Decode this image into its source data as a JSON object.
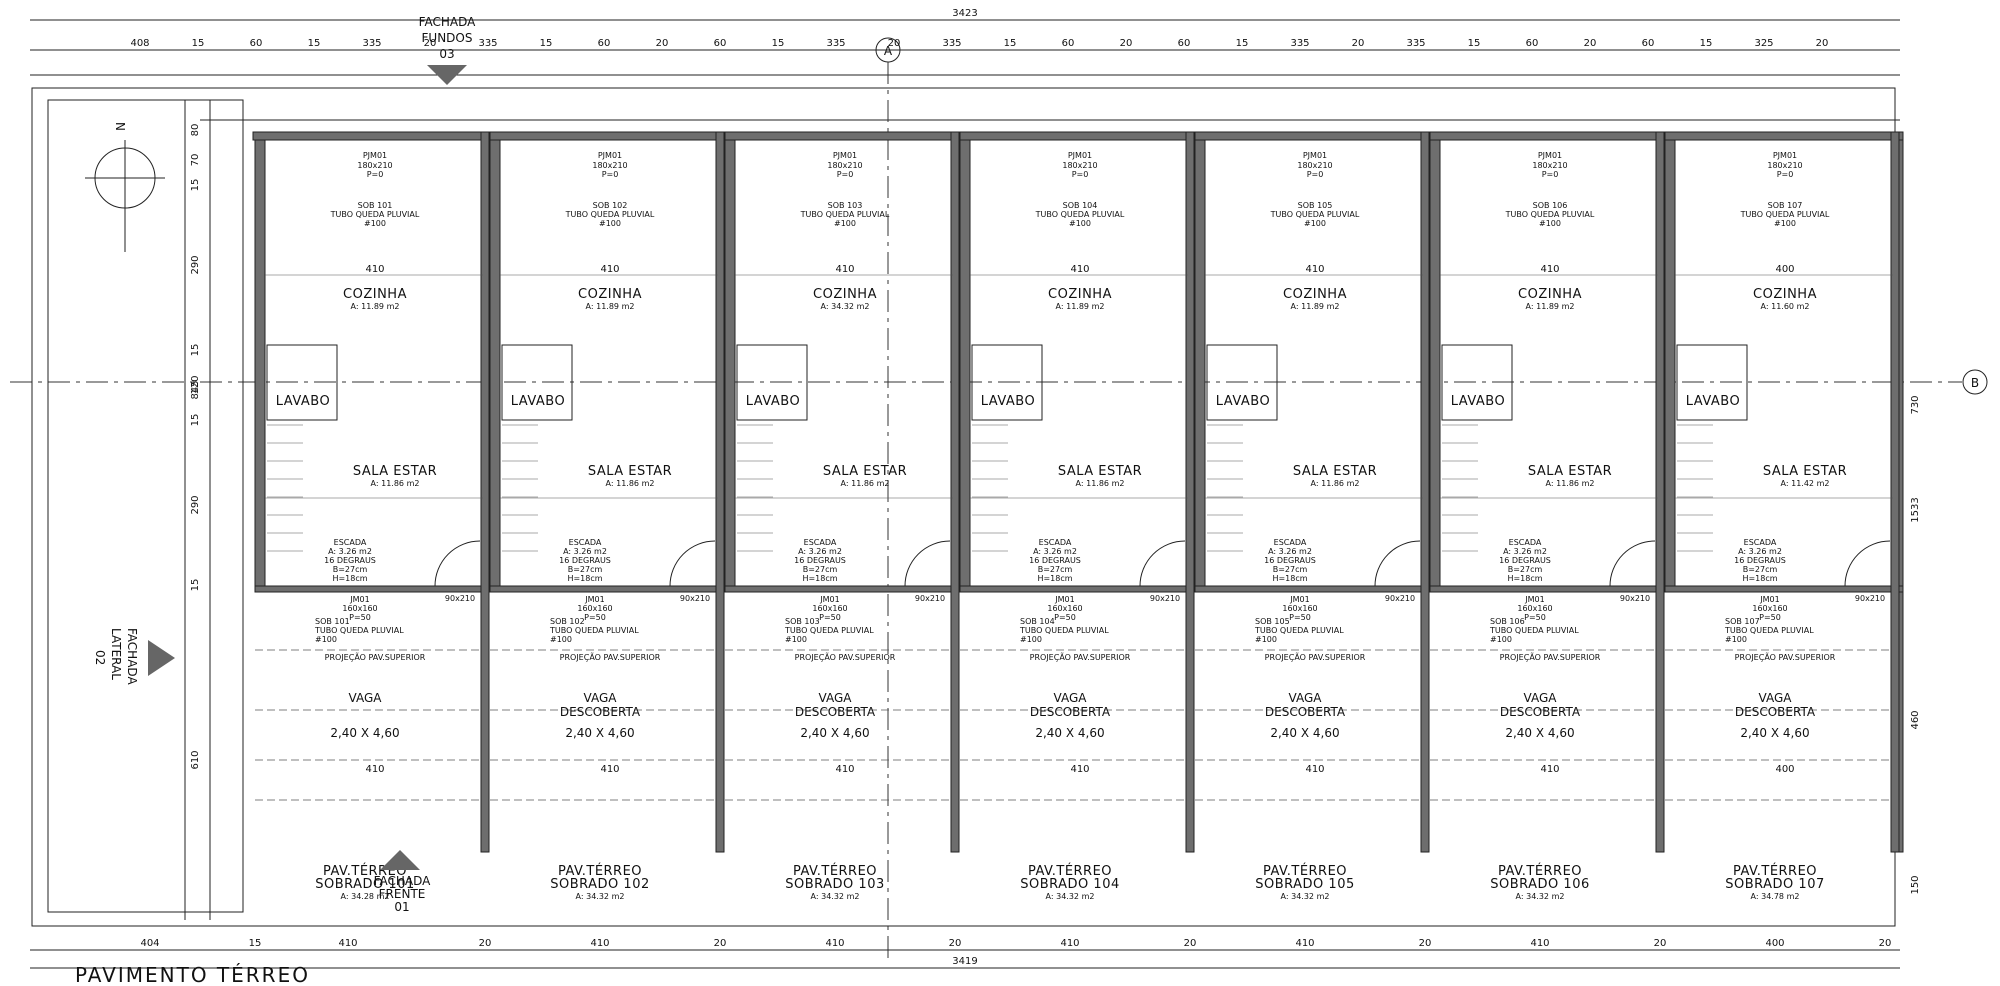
{
  "drawing": {
    "title": "PAVIMENTO TÉRREO",
    "total_top": "3423",
    "total_bottom": "3419",
    "axis_a": "A",
    "axis_b": "B",
    "north": "N"
  },
  "facades": {
    "fundos": [
      "FACHADA",
      "FUNDOS",
      "03"
    ],
    "frente": [
      "FACHADA",
      "FRENTE",
      "01"
    ],
    "lateral": [
      "FACHADA",
      "LATERAL",
      "02"
    ]
  },
  "units": [
    {
      "name": "SOBRADO 101",
      "area": "A: 34.28 m2",
      "cozinha_area": "A: 11.89 m2",
      "sala_area": "A: 11.86 m2",
      "sob": "SOB 101",
      "width": "410",
      "vaga": "VAGA"
    },
    {
      "name": "SOBRADO 102",
      "area": "A: 34.32 m2",
      "cozinha_area": "A: 11.89 m2",
      "sala_area": "A: 11.86 m2",
      "sob": "SOB 102",
      "width": "410",
      "vaga": "VAGA DESCOBERTA"
    },
    {
      "name": "SOBRADO 103",
      "area": "A: 34.32 m2",
      "cozinha_area": "A: 34.32 m2",
      "sala_area": "A: 11.86 m2",
      "sob": "SOB 103",
      "width": "410",
      "vaga": "VAGA DESCOBERTA"
    },
    {
      "name": "SOBRADO 104",
      "area": "A: 34.32 m2",
      "cozinha_area": "A: 11.89 m2",
      "sala_area": "A: 11.86 m2",
      "sob": "SOB 104",
      "width": "410",
      "vaga": "VAGA DESCOBERTA"
    },
    {
      "name": "SOBRADO 105",
      "area": "A: 34.32 m2",
      "cozinha_area": "A: 11.89 m2",
      "sala_area": "A: 11.86 m2",
      "sob": "SOB 105",
      "width": "410",
      "vaga": "VAGA DESCOBERTA"
    },
    {
      "name": "SOBRADO 106",
      "area": "A: 34.32 m2",
      "cozinha_area": "A: 11.89 m2",
      "sala_area": "A: 11.86 m2",
      "sob": "SOB 106",
      "width": "410",
      "vaga": "VAGA DESCOBERTA"
    },
    {
      "name": "SOBRADO 107",
      "area": "A: 34.78 m2",
      "cozinha_area": "A: 11.60 m2",
      "sala_area": "A: 11.42 m2",
      "sob": "SOB 107",
      "width": "400",
      "vaga": "VAGA DESCOBERTA"
    }
  ],
  "labels": {
    "pav": "PAV.TÉRREO",
    "cozinha": "COZINHA",
    "lavabo": "LAVABO",
    "sala": "SALA ESTAR",
    "escada": "ESCADA",
    "escada_area": "A: 3.26 m2",
    "escada_degraus": "16 DEGRAUS",
    "escada_b": "B=27cm",
    "escada_h": "H=18cm",
    "vaga_dims": "2,40 X 4,60",
    "tubo": "TUBO QUEDA PLUVIAL",
    "tubo_d": "#100",
    "projecao": "PROJEÇÃO PAV.SUPERIOR",
    "pjm": "PJM01",
    "pjm_dims": "180x210",
    "pjm_p": "P=0",
    "jm": "JM01",
    "jm_dims": "160x160",
    "jm_p": "P=50",
    "door": "90x210"
  },
  "top_dims": [
    "408",
    "15",
    "60",
    "15",
    "335",
    "20",
    "335",
    "15",
    "60",
    "20",
    "60",
    "15",
    "335",
    "20",
    "335",
    "15",
    "60",
    "20",
    "60",
    "15",
    "335",
    "20",
    "335",
    "15",
    "60",
    "20",
    "60",
    "15",
    "325",
    "20"
  ],
  "bottom_dims": [
    "404",
    "15",
    "410",
    "20",
    "410",
    "20",
    "410",
    "20",
    "410",
    "20",
    "410",
    "20",
    "410",
    "20",
    "400",
    "20"
  ],
  "left_dims": [
    "80",
    "70",
    "15",
    "290",
    "845",
    "15",
    "120",
    "15",
    "290",
    "15",
    "610"
  ],
  "right_dims": [
    "730",
    "1533",
    "460",
    "150"
  ]
}
